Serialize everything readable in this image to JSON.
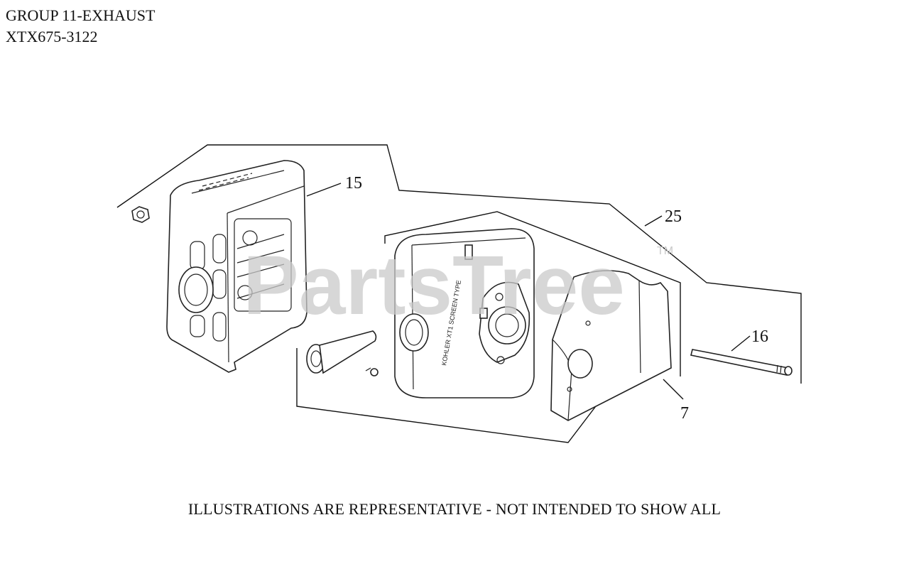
{
  "header": {
    "group_title": "GROUP 11-EXHAUST",
    "model": "XTX675-3122"
  },
  "callouts": {
    "c15": "15",
    "c25": "25",
    "c16": "16",
    "c7": "7"
  },
  "muffler_label": "KOHLER XT1 SCREEN TYPE",
  "watermark": {
    "text": "PartsTree",
    "tm": "TM"
  },
  "footer": "ILLUSTRATIONS ARE REPRESENTATIVE - NOT INTENDED TO SHOW ALL"
}
